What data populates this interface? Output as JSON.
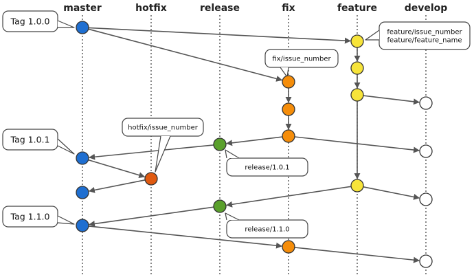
{
  "lanes": [
    {
      "id": "master",
      "label": "master"
    },
    {
      "id": "hotfix",
      "label": "hotfix"
    },
    {
      "id": "release",
      "label": "release"
    },
    {
      "id": "fix",
      "label": "fix"
    },
    {
      "id": "feature",
      "label": "feature"
    },
    {
      "id": "develop",
      "label": "develop"
    }
  ],
  "colors": {
    "master": "#1f6fd1",
    "hotfix": "#e05a10",
    "release": "#5aa02c",
    "fix": "#f58d0a",
    "feature": "#f7e43a",
    "develop": "#ffffff"
  },
  "commits": [
    {
      "id": "m1",
      "lane": "master"
    },
    {
      "id": "f1",
      "lane": "feature"
    },
    {
      "id": "f2",
      "lane": "feature"
    },
    {
      "id": "f3",
      "lane": "feature"
    },
    {
      "id": "x1",
      "lane": "fix"
    },
    {
      "id": "x2",
      "lane": "fix"
    },
    {
      "id": "x3",
      "lane": "fix"
    },
    {
      "id": "d1",
      "lane": "develop"
    },
    {
      "id": "r1",
      "lane": "release"
    },
    {
      "id": "d2",
      "lane": "develop"
    },
    {
      "id": "m2",
      "lane": "master"
    },
    {
      "id": "h1",
      "lane": "hotfix"
    },
    {
      "id": "m3",
      "lane": "master"
    },
    {
      "id": "f4",
      "lane": "feature"
    },
    {
      "id": "d3",
      "lane": "develop"
    },
    {
      "id": "r2",
      "lane": "release"
    },
    {
      "id": "m4",
      "lane": "master"
    },
    {
      "id": "x4",
      "lane": "fix"
    },
    {
      "id": "d4",
      "lane": "develop"
    }
  ],
  "edges": [
    {
      "from": "m1",
      "to": "f1"
    },
    {
      "from": "m1",
      "to": "x1"
    },
    {
      "from": "f1",
      "to": "f2"
    },
    {
      "from": "f2",
      "to": "f3"
    },
    {
      "from": "f3",
      "to": "d1"
    },
    {
      "from": "x1",
      "to": "x2"
    },
    {
      "from": "x2",
      "to": "x3"
    },
    {
      "from": "x3",
      "to": "r1"
    },
    {
      "from": "x3",
      "to": "d2"
    },
    {
      "from": "r1",
      "to": "m2"
    },
    {
      "from": "m2",
      "to": "h1"
    },
    {
      "from": "h1",
      "to": "m3"
    },
    {
      "from": "f3",
      "to": "f4"
    },
    {
      "from": "f4",
      "to": "r2"
    },
    {
      "from": "f4",
      "to": "d3"
    },
    {
      "from": "r2",
      "to": "m4"
    },
    {
      "from": "m4",
      "to": "x4"
    },
    {
      "from": "x4",
      "to": "d4"
    }
  ],
  "callouts": [
    {
      "id": "tag-100",
      "lines": [
        "Tag 1.0.0"
      ]
    },
    {
      "id": "tag-101",
      "lines": [
        "Tag 1.0.1"
      ]
    },
    {
      "id": "tag-110",
      "lines": [
        "Tag 1.1.0"
      ]
    },
    {
      "id": "feature-names",
      "lines": [
        "feature/issue_number",
        "feature/feature_name"
      ]
    },
    {
      "id": "fix-name",
      "lines": [
        "fix/issue_number"
      ]
    },
    {
      "id": "hotfix-name",
      "lines": [
        "hotfix/issue_number"
      ]
    },
    {
      "id": "release-101",
      "lines": [
        "release/1.0.1"
      ]
    },
    {
      "id": "release-110",
      "lines": [
        "release/1.1.0"
      ]
    }
  ]
}
